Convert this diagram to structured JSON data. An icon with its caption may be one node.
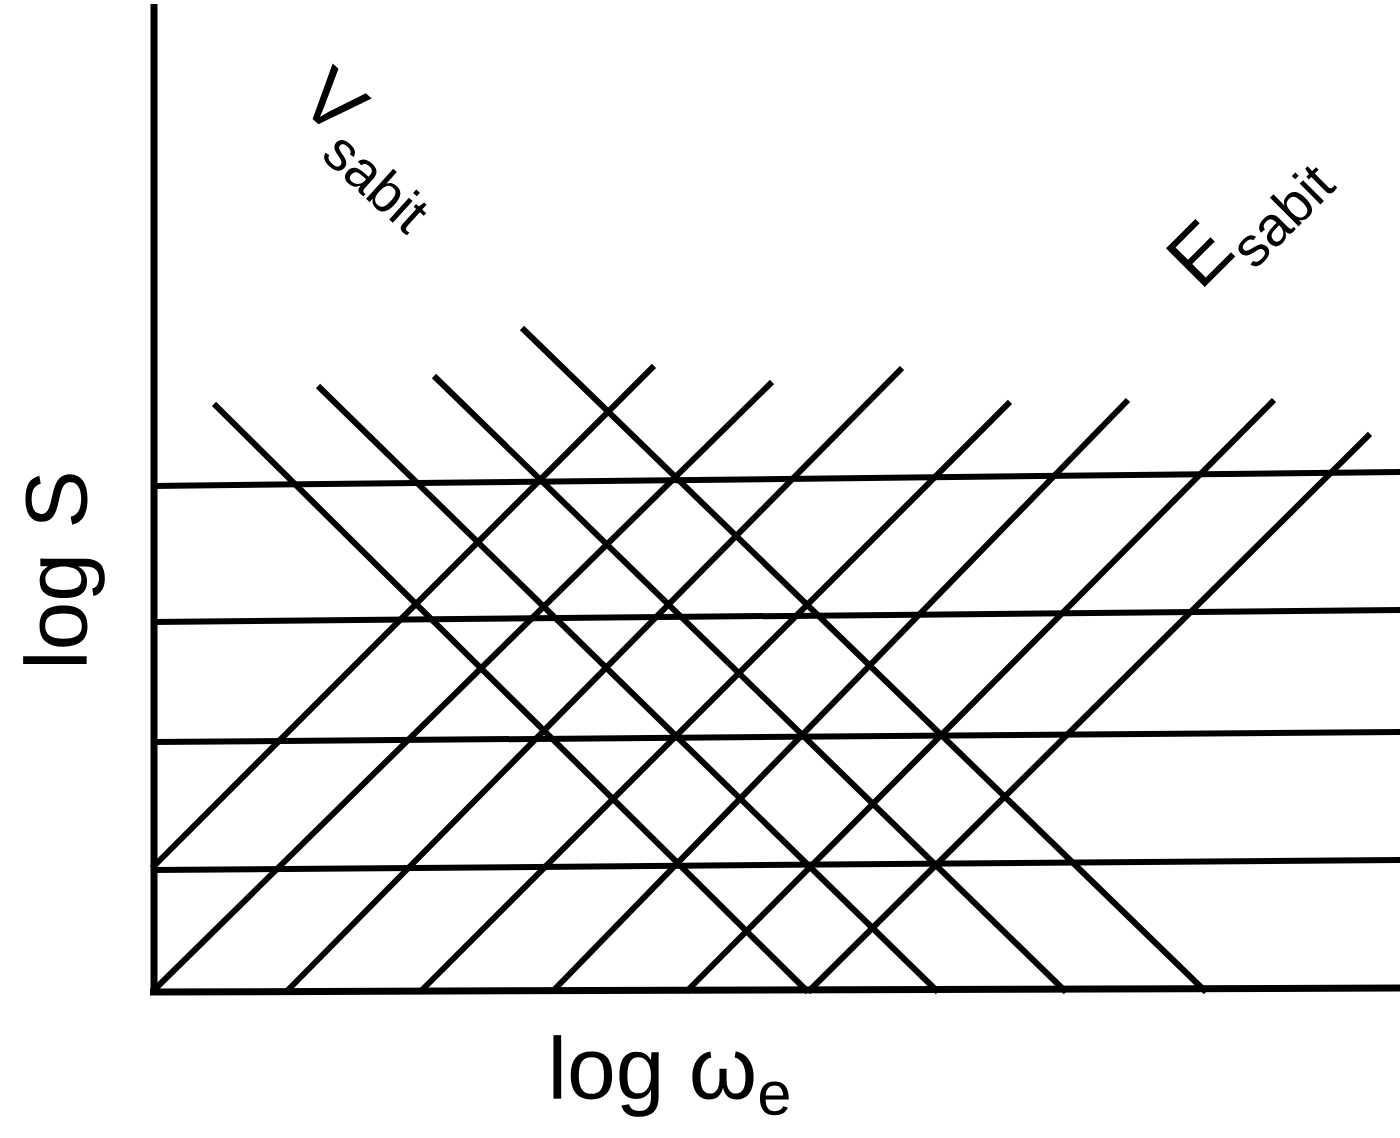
{
  "diagram": {
    "labels": [
      "V$_{sabit}$",
      "E$_{sabit}$",
      "log S",
      "log ω$_{e}$"
    ]
  }
}
